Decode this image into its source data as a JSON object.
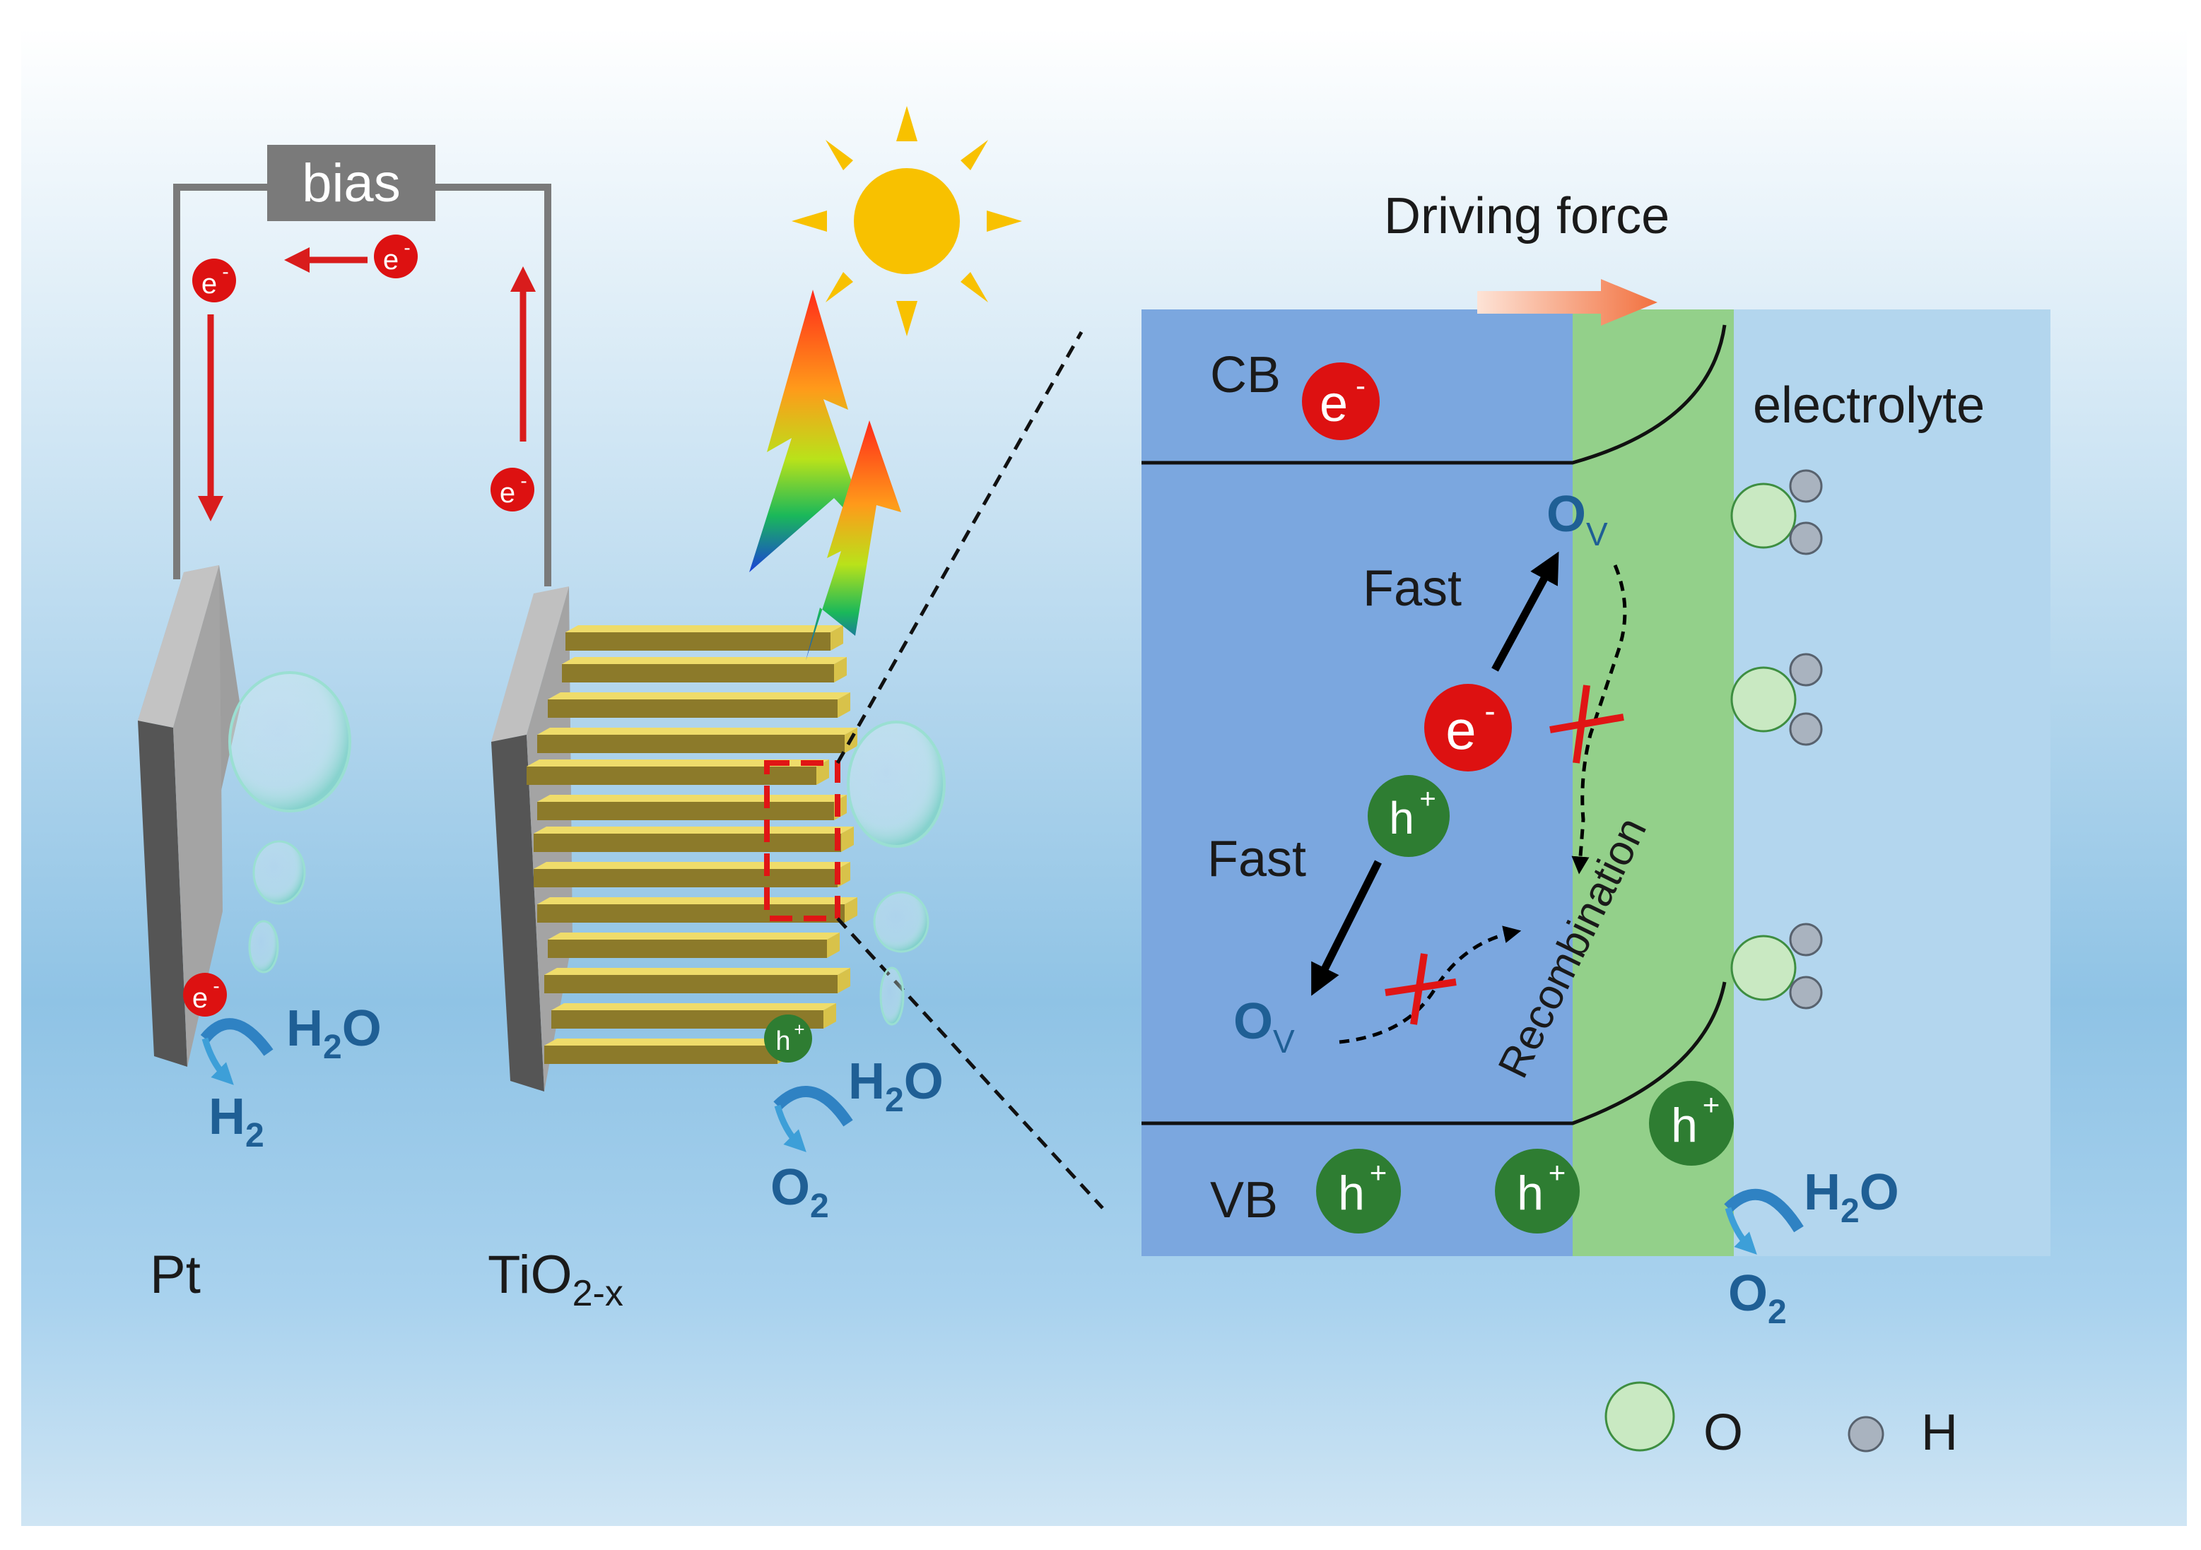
{
  "circuit": {
    "bias_label": "bias",
    "electron_symbol": "e",
    "electron_charge": "-"
  },
  "electrodes": {
    "pt_label": "Pt",
    "tio2_label_main": "TiO",
    "tio2_label_sub": "2-x"
  },
  "reactions": {
    "h2o_left_main": "H",
    "h2o_left_sub": "2",
    "h2o_left_tail": "O",
    "h2_main": "H",
    "h2_sub": "2",
    "h2o_mid_main": "H",
    "h2o_mid_sub": "2",
    "h2o_mid_tail": "O",
    "o2_mid_main": "O",
    "o2_mid_sub": "2",
    "h2o_right_main": "H",
    "h2o_right_sub": "2",
    "h2o_right_tail": "O",
    "o2_right_main": "O",
    "o2_right_sub": "2"
  },
  "band_diagram": {
    "driving_force": "Driving force",
    "cb": "CB",
    "vb": "VB",
    "electrolyte": "electrolyte",
    "fast_upper": "Fast",
    "fast_lower": "Fast",
    "ov_main": "O",
    "ov_sub": "V",
    "recombination": "Recombination",
    "hole_symbol": "h",
    "hole_charge": "+"
  },
  "legend": {
    "o_label": "O",
    "h_label": "H"
  },
  "colors": {
    "bulk_blue": "#7ba7df",
    "depletion_green": "#93d08a",
    "electrolyte_blue": "#b3d6ee",
    "electron_red": "#dd1111",
    "hole_green": "#2e7d32",
    "arrow_red": "#d91c1c",
    "rod_gold": "#b8a042",
    "sun_yellow": "#f8c100",
    "oxygen_green": "#c9e9c2",
    "hydrogen_gray": "#a9b3bf"
  }
}
